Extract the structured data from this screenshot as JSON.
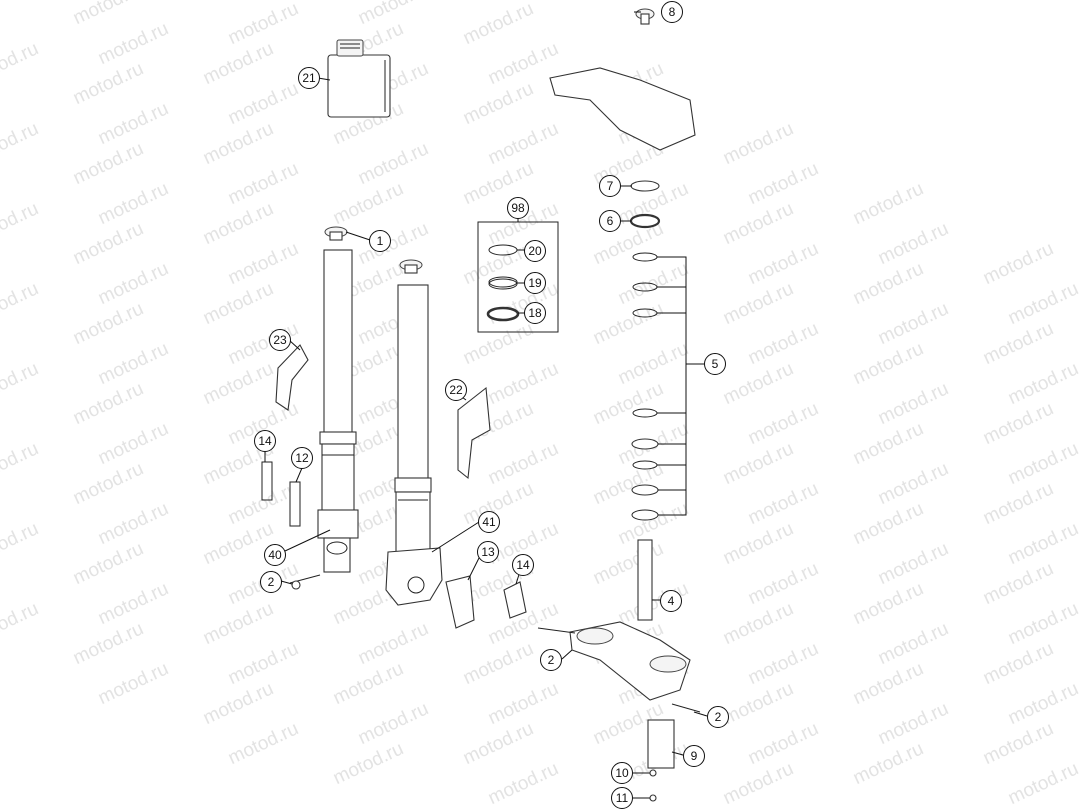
{
  "watermark_text": "motod.ru",
  "callouts": [
    "1",
    "2",
    "2",
    "2",
    "4",
    "5",
    "6",
    "7",
    "8",
    "9",
    "10",
    "11",
    "12",
    "13",
    "14",
    "14",
    "18",
    "19",
    "20",
    "21",
    "22",
    "23",
    "40",
    "41",
    "98"
  ],
  "kit_98": {
    "label": "98",
    "items": [
      "20",
      "19",
      "18"
    ]
  },
  "colors": {
    "line": "#333333",
    "watermark": "#e3e3e3",
    "background": "#ffffff"
  }
}
